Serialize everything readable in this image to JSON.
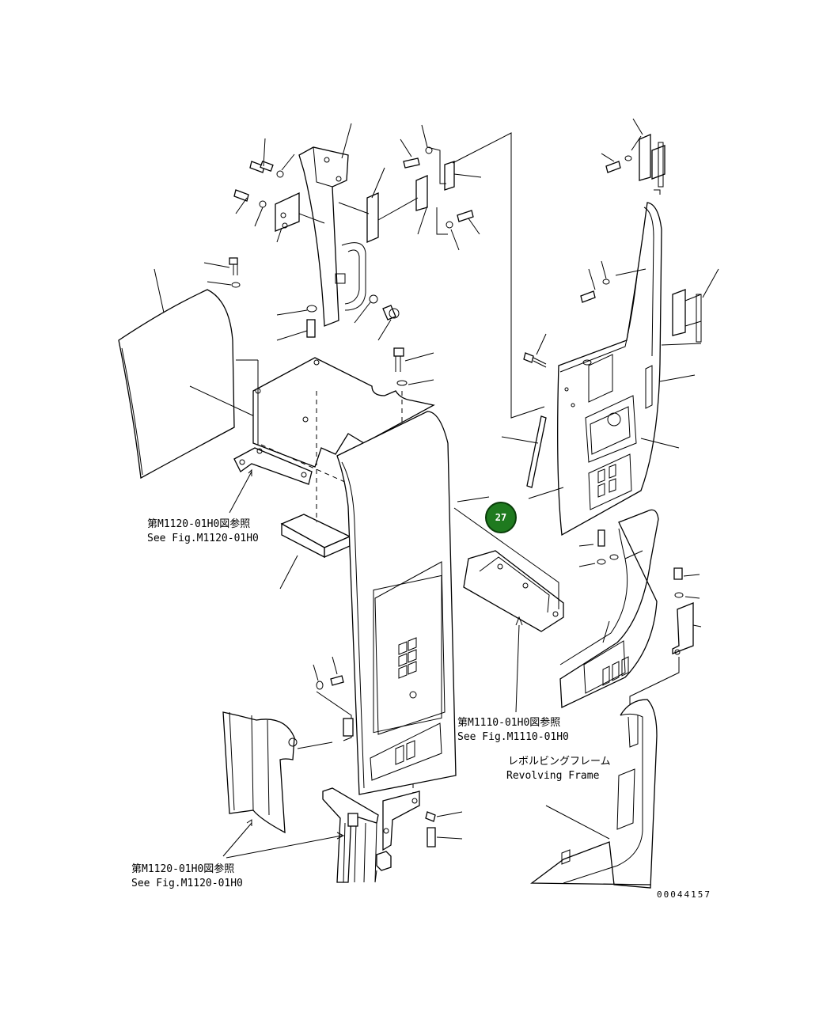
{
  "references": [
    {
      "jp": "第M1120-01H0図参照",
      "en": "See Fig.M1120-01H0"
    },
    {
      "jp": "第M1110-01H0図参照",
      "en": "See Fig.M1110-01H0"
    },
    {
      "jp": "第M1120-01H0図参照",
      "en": "See Fig.M1120-01H0"
    }
  ],
  "revolving_frame": {
    "jp": "レボルビングフレーム",
    "en": "Revolving Frame"
  },
  "callout": {
    "number": "27",
    "color": "#1f7a1f",
    "border": "#0a3d0a"
  },
  "drawing_number": "00044157"
}
